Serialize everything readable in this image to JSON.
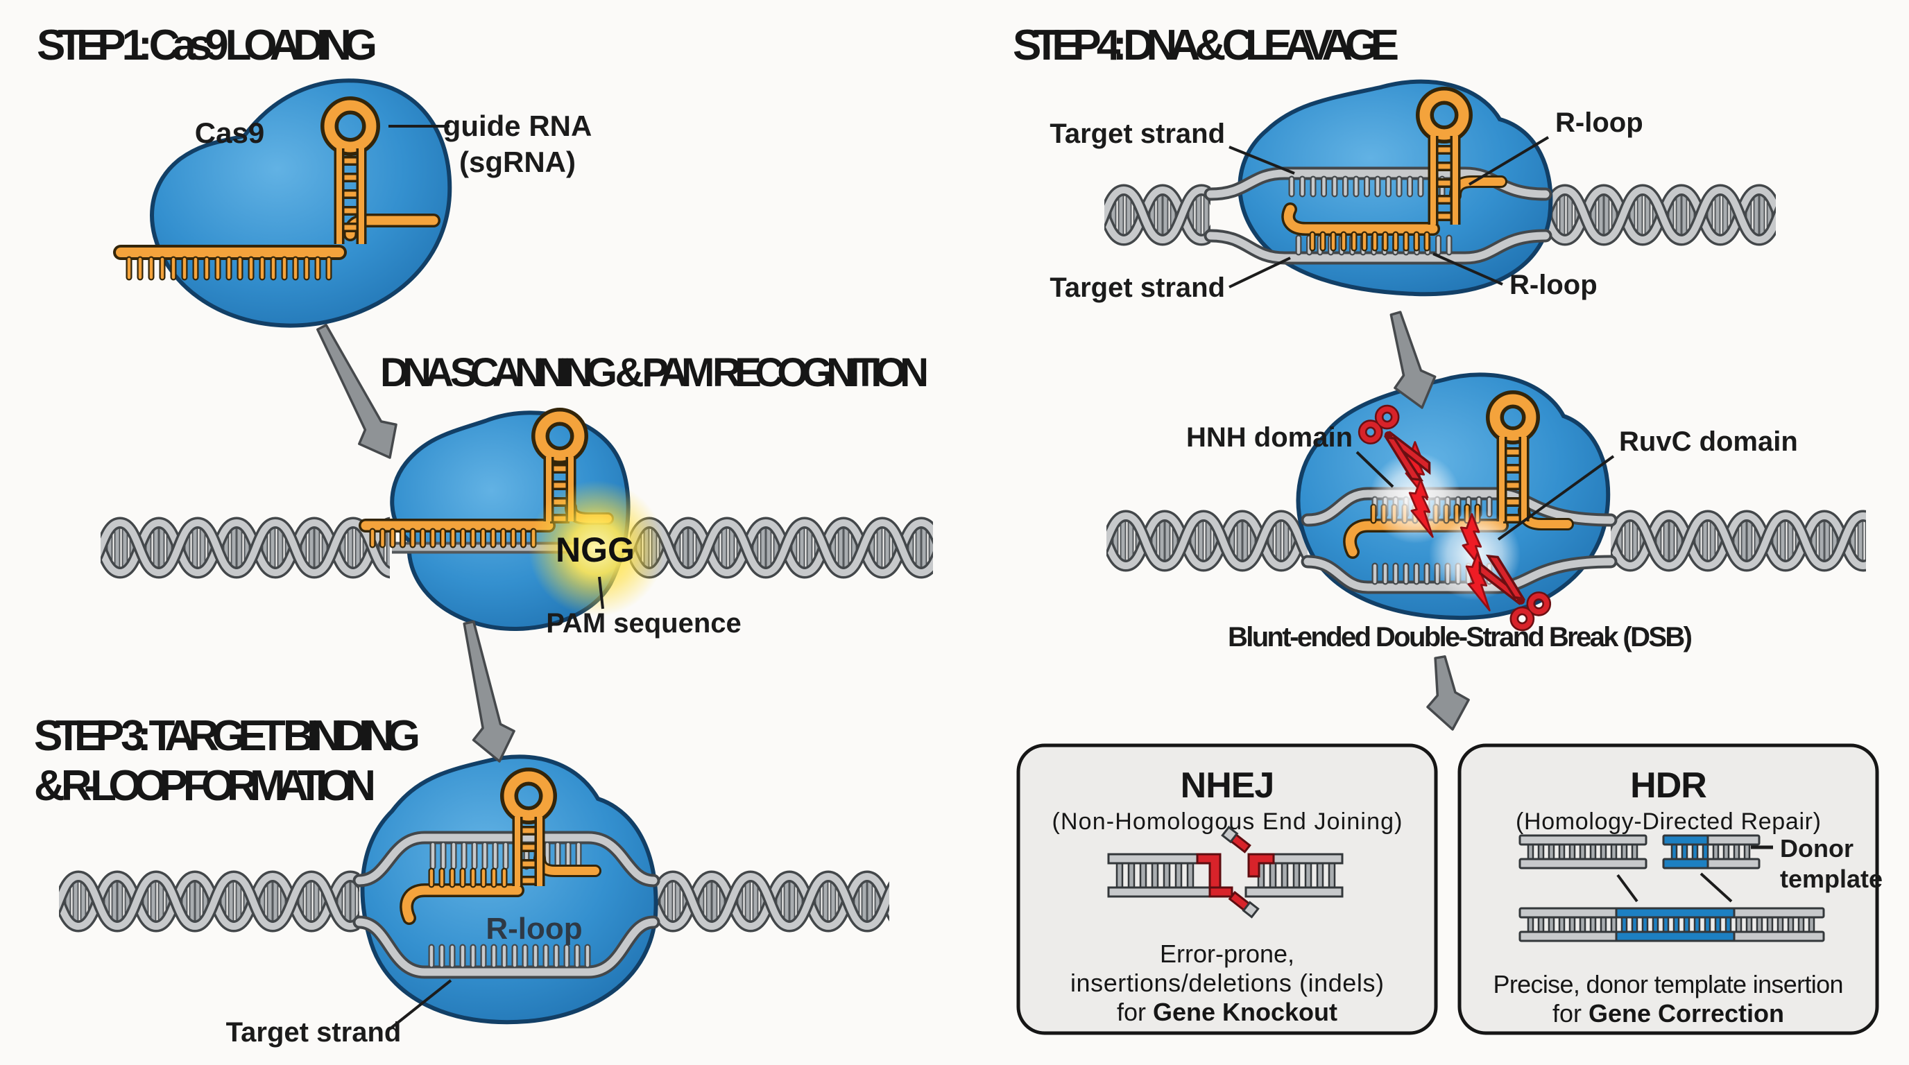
{
  "step1": {
    "title": "STEP 1: Cas9 LOADING",
    "cas9_label": "Cas9",
    "guide_rna_line1": "guide RNA",
    "guide_rna_line2": "(sgRNA)"
  },
  "step2": {
    "title": "DNA SCANNING & PAM RECOGNITION",
    "ngg_label": "NGG",
    "pam_label": "PAM sequence"
  },
  "step3": {
    "title_line1": "STEP 3: TARGET BINDING",
    "title_line2": "& R-LOOP FORMATION",
    "rloop_label": "R-loop",
    "target_strand_label": "Target strand"
  },
  "step4": {
    "title": "STEP 4: DNA & CLEAVAGE",
    "target_strand_top": "Target strand",
    "rloop_top": "R-loop",
    "target_strand_bottom": "Target strand",
    "rloop_bottom": "R-loop"
  },
  "cleavage": {
    "hnh_label": "HNH domain",
    "ruvc_label": "RuvC domain",
    "dsb_label": "Blunt-ended Double-Strand Break (DSB)"
  },
  "nhej": {
    "title": "NHEJ",
    "subtitle": "(Non-Homologous End Joining)",
    "line1": "Error-prone,",
    "line2": "insertions/deletions (indels)",
    "line3_prefix": "for ",
    "line3_bold": "Gene Knockout"
  },
  "hdr": {
    "title": "HDR",
    "subtitle": "(Homology-Directed Repair)",
    "donor_line1": "Donor",
    "donor_line2": "template",
    "line1": "Precise, donor template insertion",
    "line2_prefix": "for ",
    "line2_bold": "Gene Correction"
  },
  "colors": {
    "cas9_blue": "#2e86c6",
    "sgrna_orange": "#f4a33c",
    "dna_gray": "#c7c9cb",
    "cut_red": "#d8232a",
    "pam_glow_yellow": "#ffe14e",
    "donor_blue": "#1d80c2",
    "box_gray": "#edecea"
  }
}
